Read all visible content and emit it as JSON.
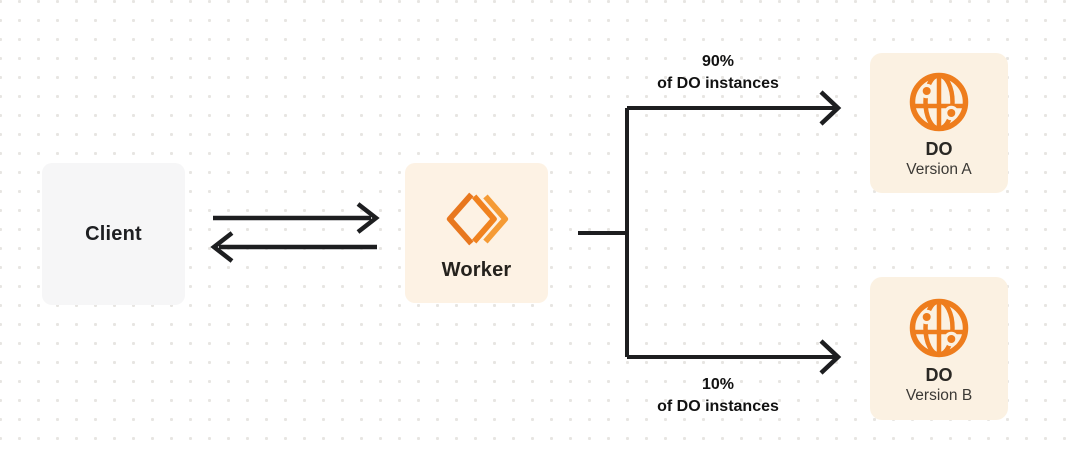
{
  "colors": {
    "background": "#ffffff",
    "dot_grid": "#e7e5e2",
    "connector_line": "#1d1e20",
    "orange": "#ee7d1d",
    "orange_dark": "#e8771e",
    "orange_mid": "#f0821f",
    "orange_light": "#f59b35",
    "cream_box": "#fdf2e4",
    "cream_box_do": "#fbf1e2",
    "gray_box": "#f6f6f7"
  },
  "nodes": {
    "client": {
      "label": "Client"
    },
    "worker": {
      "label": "Worker",
      "icon": "workers-logo-icon"
    },
    "do_version_a": {
      "title": "DO",
      "subtitle": "Version A",
      "icon": "globe-icon"
    },
    "do_version_b": {
      "title": "DO",
      "subtitle": "Version B",
      "icon": "globe-icon"
    }
  },
  "edges": {
    "client_worker": {
      "type": "bidirectional-arrows"
    },
    "worker_to_a": {
      "percent": "90%",
      "caption": "of DO instances"
    },
    "worker_to_b": {
      "percent": "10%",
      "caption": "of DO instances"
    }
  }
}
